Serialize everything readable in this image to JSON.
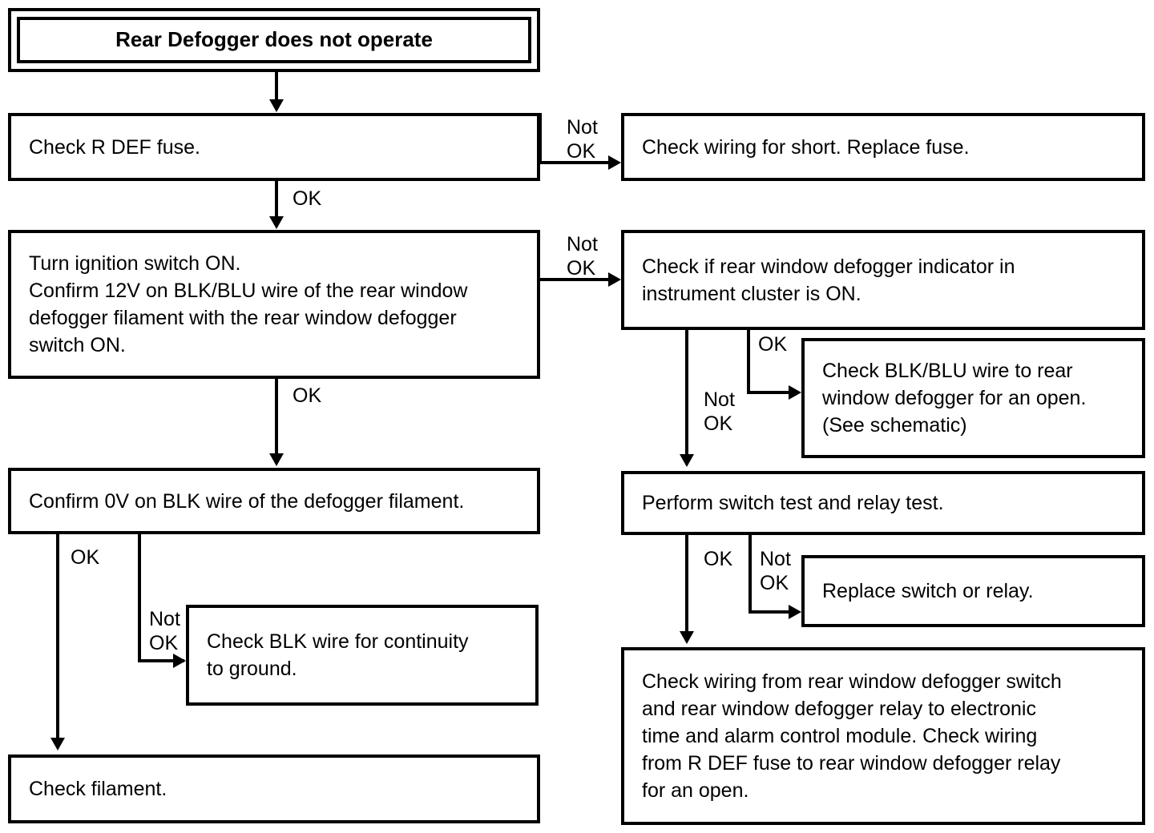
{
  "diagram": {
    "title": "Rear Defogger does not operate",
    "nodes": {
      "title": "Rear Defogger does not operate",
      "check_fuse": "Check R DEF fuse.",
      "check_short": "Check wiring for short. Replace fuse.",
      "ignition": "Turn ignition switch ON.\nConfirm 12V on BLK/BLU wire of the rear window\ndefogger filament with the rear window defogger\nswitch ON.",
      "indicator": "Check if rear window defogger indicator in\ninstrument cluster is ON.",
      "blk_blu_open": "Check BLK/BLU wire to rear\nwindow defogger for an open.\n(See schematic)",
      "confirm_0v": "Confirm 0V on BLK wire of the defogger filament.",
      "switch_relay_test": "Perform switch test and relay test.",
      "blk_continuity": "Check BLK wire for continuity\nto ground.",
      "replace_switch": "Replace switch or relay.",
      "check_filament": "Check filament.",
      "check_wiring_module": "Check wiring from rear window defogger switch\nand rear window defogger relay to electronic\ntime and alarm control module. Check wiring\nfrom R DEF fuse to rear window defogger relay\nfor an open."
    },
    "edge_labels": {
      "fuse_ok": "OK",
      "fuse_not_ok": "Not\nOK",
      "ignition_ok": "OK",
      "ignition_not_ok": "Not\nOK",
      "indicator_ok": "OK",
      "indicator_not_ok": "Not\nOK",
      "confirm_ok": "OK",
      "confirm_not_ok": "Not\nOK",
      "test_ok": "OK",
      "test_not_ok": "Not\nOK"
    },
    "colors": {
      "ink": "#000000",
      "paper": "#ffffff"
    }
  }
}
